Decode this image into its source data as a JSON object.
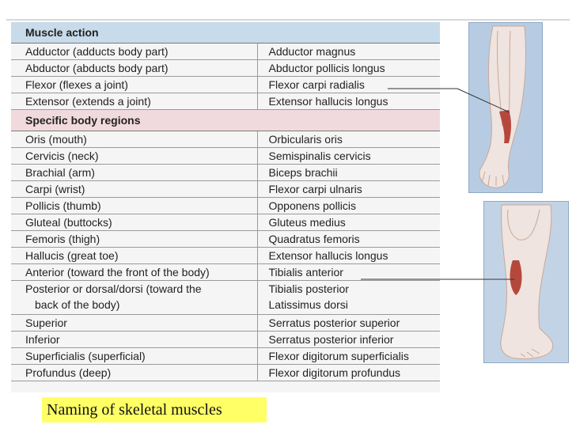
{
  "sections": [
    {
      "header": "Muscle action",
      "rows": [
        {
          "term": "Adductor (adducts body part)",
          "example": "Adductor magnus"
        },
        {
          "term": "Abductor (abducts body part)",
          "example": "Abductor pollicis longus"
        },
        {
          "term": "Flexor (flexes a joint)",
          "example": "Flexor carpi radialis"
        },
        {
          "term": "Extensor (extends a joint)",
          "example": "Extensor hallucis longus"
        }
      ]
    },
    {
      "header": "Specific body regions",
      "rows": [
        {
          "term": "Oris (mouth)",
          "example": "Orbicularis oris"
        },
        {
          "term": "Cervicis (neck)",
          "example": "Semispinalis cervicis"
        },
        {
          "term": "Brachial (arm)",
          "example": "Biceps brachii"
        },
        {
          "term": "Carpi (wrist)",
          "example": "Flexor carpi ulnaris"
        },
        {
          "term": "Pollicis (thumb)",
          "example": "Opponens pollicis"
        },
        {
          "term": "Gluteal (buttocks)",
          "example": "Gluteus medius"
        },
        {
          "term": "Femoris (thigh)",
          "example": "Quadratus femoris"
        },
        {
          "term": "Hallucis (great toe)",
          "example": "Extensor hallucis longus"
        },
        {
          "term": "Anterior (toward the front of the body)",
          "example": "Tibialis anterior"
        },
        {
          "term": "Posterior or dorsal/dorsi (toward the",
          "term_cont": "back of the body)",
          "example": "Tibialis posterior",
          "example_cont": "Latissimus dorsi"
        },
        {
          "term": "Superior",
          "example": "Serratus posterior superior"
        },
        {
          "term": "Inferior",
          "example": "Serratus posterior inferior"
        },
        {
          "term": "Superficialis (superficial)",
          "example": "Flexor digitorum superficialis"
        },
        {
          "term": "Profundus (deep)",
          "example": "Flexor digitorum profundus"
        }
      ]
    }
  ],
  "caption": "Naming of skeletal muscles",
  "colors": {
    "header_action": "#c7dbea",
    "header_regions": "#f1dadd",
    "caption_bg": "#ffff66",
    "panel": "#b7cce3",
    "muscle": "#b5483c"
  }
}
